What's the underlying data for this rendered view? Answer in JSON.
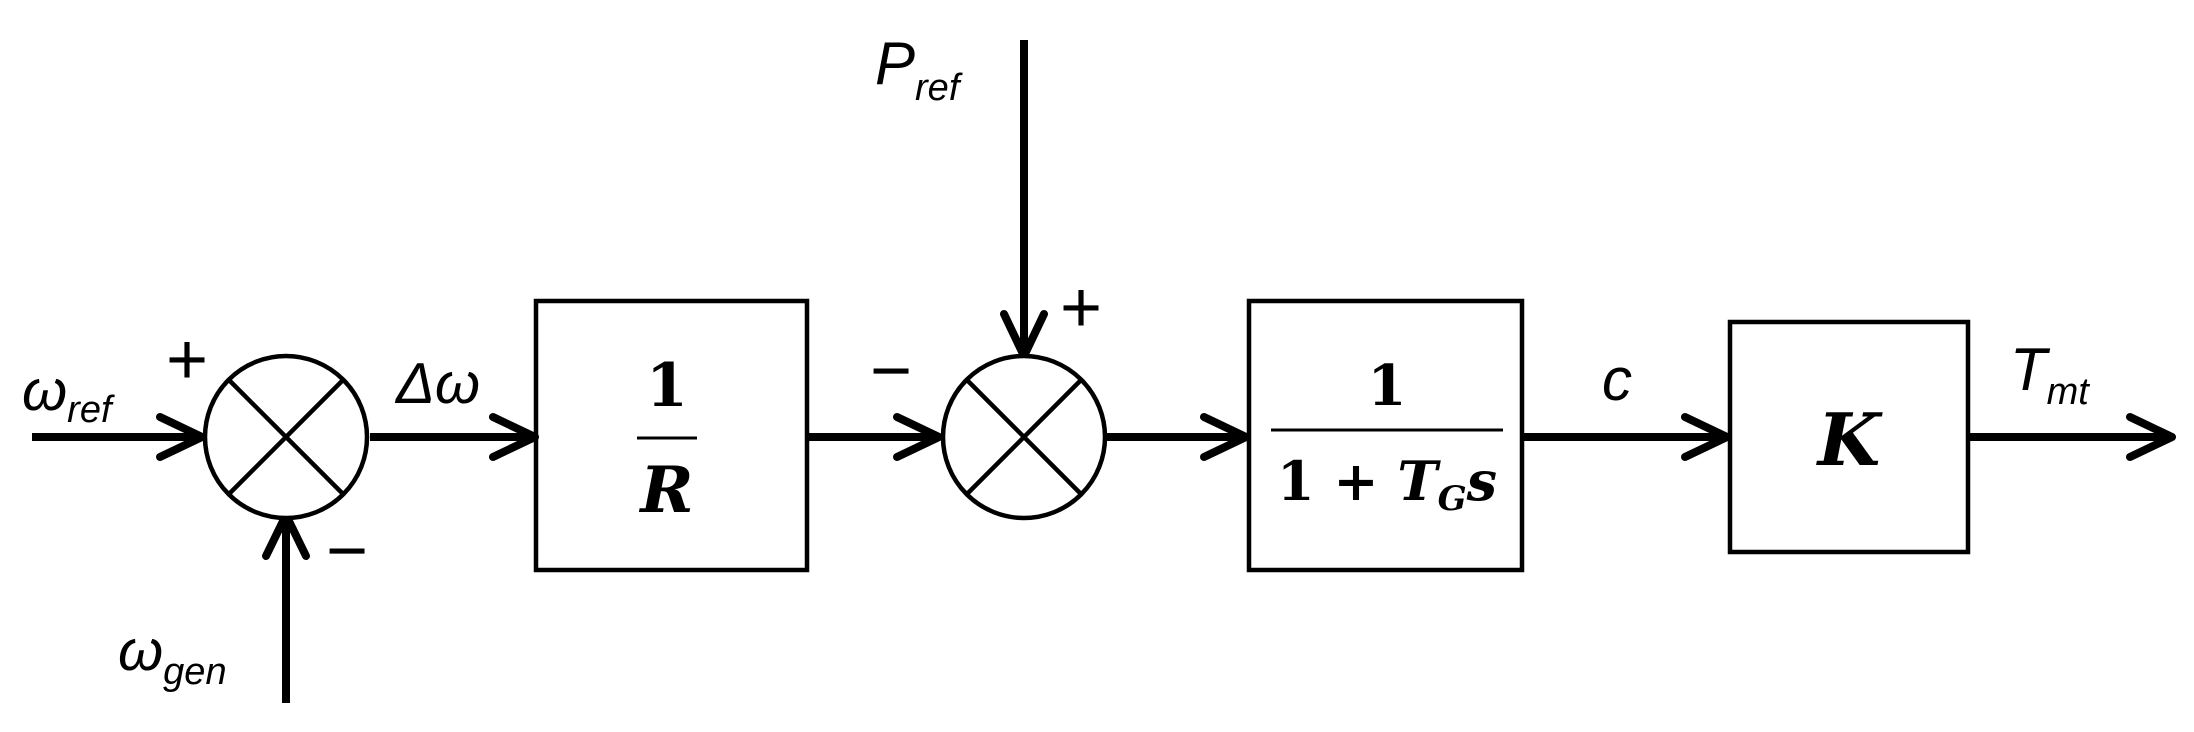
{
  "signals": {
    "omega_ref": {
      "main": "ω",
      "sub": "ref"
    },
    "omega_gen": {
      "main": "ω",
      "sub": "gen"
    },
    "delta_omega": "Δω",
    "p_ref": {
      "main": "P",
      "sub": "ref"
    },
    "c": "c",
    "t_mt": {
      "main": "T",
      "sub": "mt"
    }
  },
  "summing_junction_1": {
    "plus_sign": "+",
    "minus_sign": "−"
  },
  "summing_junction_2": {
    "plus_sign": "+",
    "minus_sign": "−"
  },
  "gain_block": {
    "numerator": "1",
    "denominator": "R"
  },
  "governor_block": {
    "numerator": "1",
    "denominator_prefix": "1 + ",
    "denominator_var": "T",
    "denominator_sub": "G",
    "denominator_suffix": "s"
  },
  "turbine_block": {
    "label": "K"
  }
}
